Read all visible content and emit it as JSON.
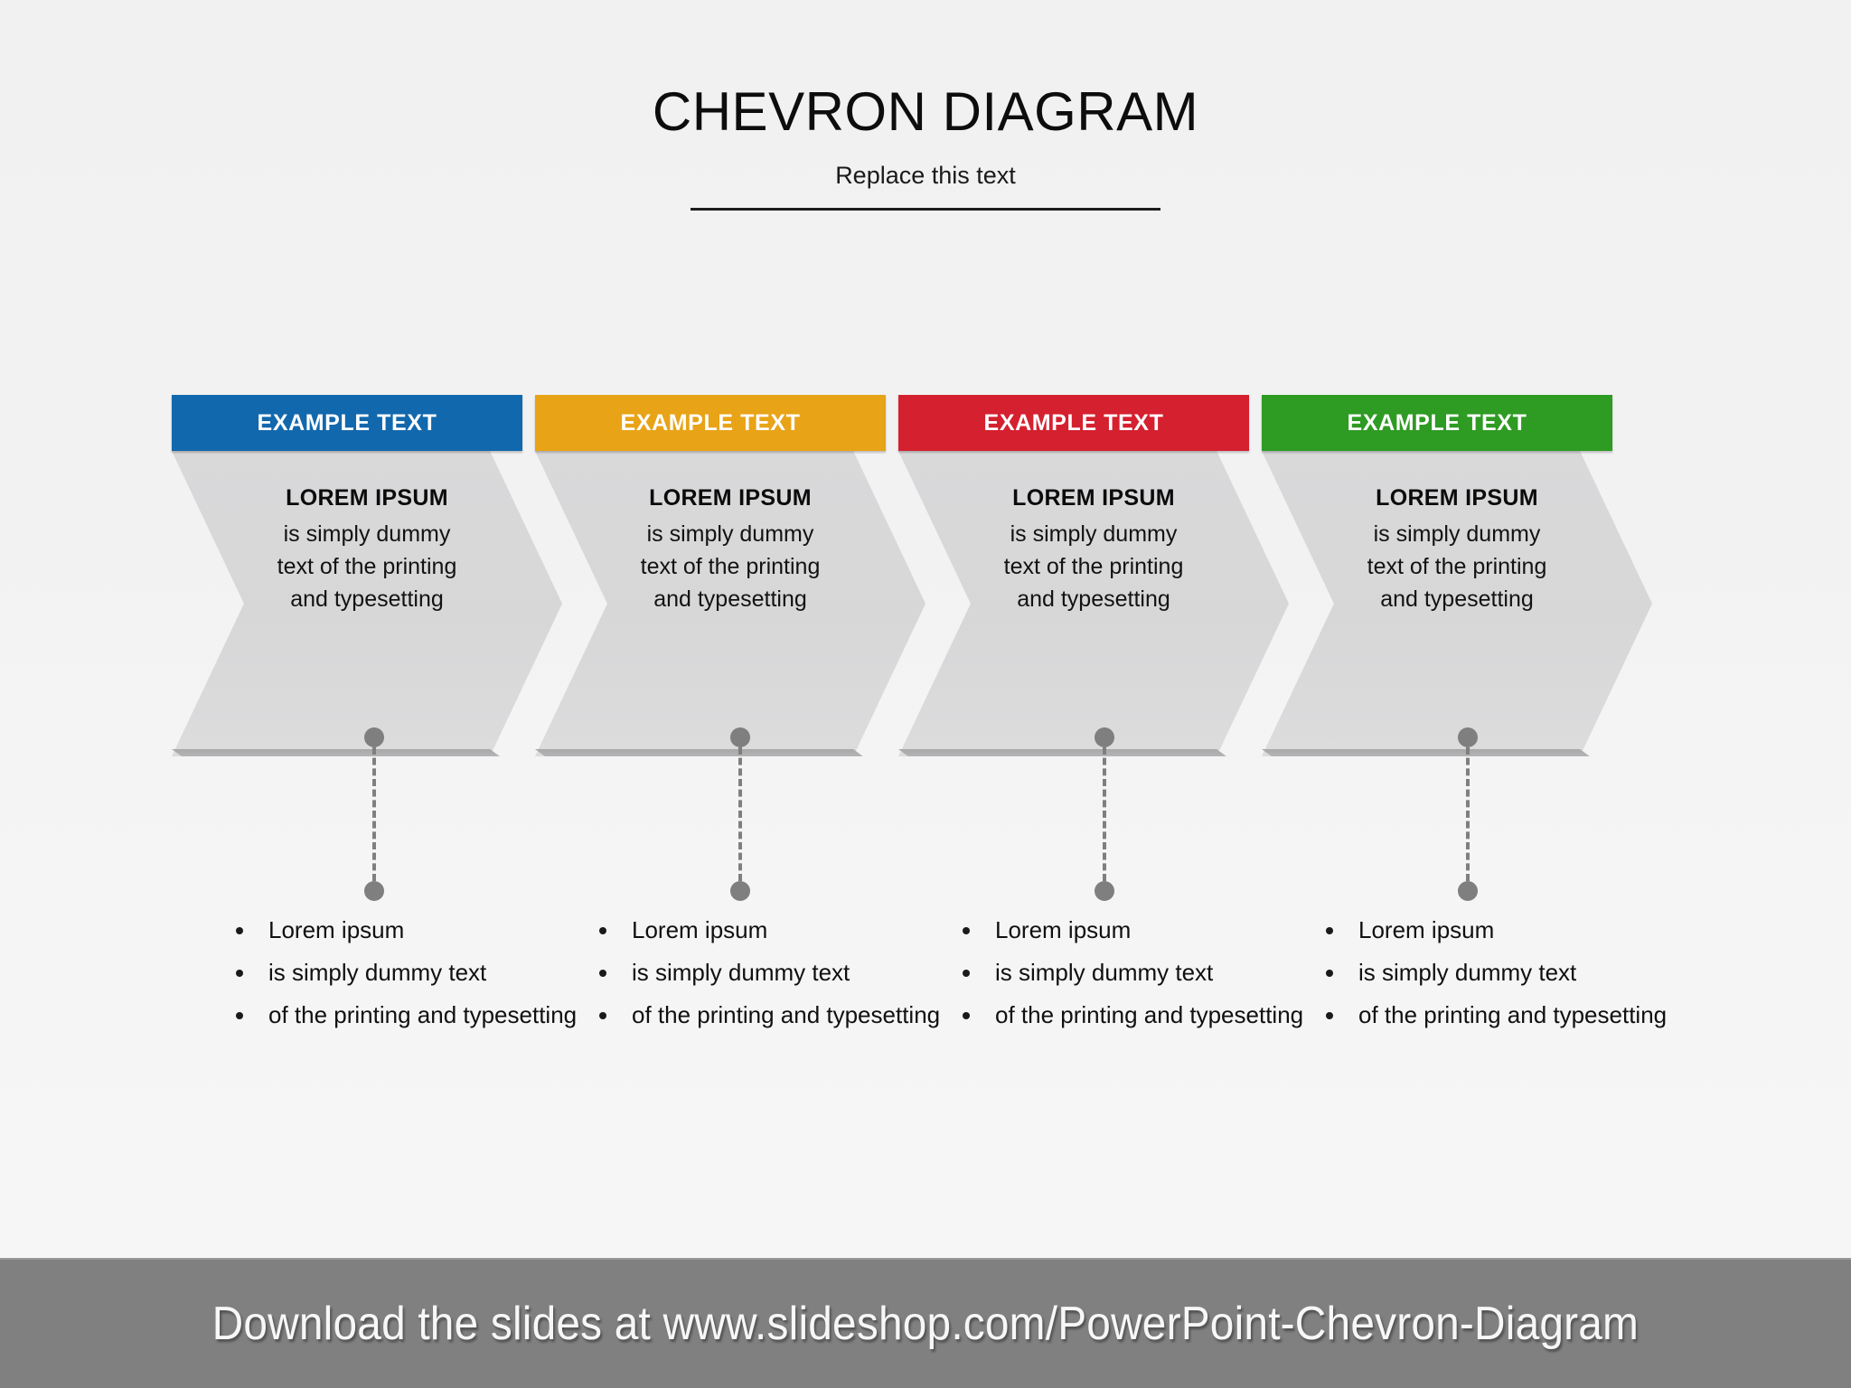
{
  "header": {
    "title": "CHEVRON DIAGRAM",
    "subtitle": "Replace this text"
  },
  "chevrons": [
    {
      "cap_label": "EXAMPLE TEXT",
      "cap_color": "#1268AD",
      "heading": "LOREM IPSUM",
      "line1": "is simply dummy",
      "line2": "text of the printing",
      "line3": "and typesetting"
    },
    {
      "cap_label": "EXAMPLE TEXT",
      "cap_color": "#E8A317",
      "heading": "LOREM IPSUM",
      "line1": "is simply dummy",
      "line2": "text of the printing",
      "line3": "and typesetting"
    },
    {
      "cap_label": "EXAMPLE TEXT",
      "cap_color": "#D5202F",
      "heading": "LOREM IPSUM",
      "line1": "is simply dummy",
      "line2": "text of the printing",
      "line3": "and typesetting"
    },
    {
      "cap_label": "EXAMPLE TEXT",
      "cap_color": "#2E9B23",
      "heading": "LOREM IPSUM",
      "line1": "is simply dummy",
      "line2": "text of the printing",
      "line3": "and typesetting"
    }
  ],
  "bullet_blocks": [
    {
      "items": [
        "Lorem ipsum",
        "is simply dummy text",
        "of the printing and typesetting"
      ]
    },
    {
      "items": [
        "Lorem ipsum",
        "is simply dummy text",
        "of the printing and typesetting"
      ]
    },
    {
      "items": [
        "Lorem ipsum",
        "is simply dummy text",
        "of the printing and typesetting"
      ]
    },
    {
      "items": [
        "Lorem ipsum",
        "is simply dummy text",
        "of the printing and typesetting"
      ]
    }
  ],
  "footer": {
    "text": "Download the slides at www.slideshop.com/PowerPoint-Chevron-Diagram",
    "background": "#808080"
  },
  "palette": {
    "chevron_body": "#d8d8d9",
    "connector": "#7f7f7f",
    "page_background": "#f2f2f2"
  }
}
